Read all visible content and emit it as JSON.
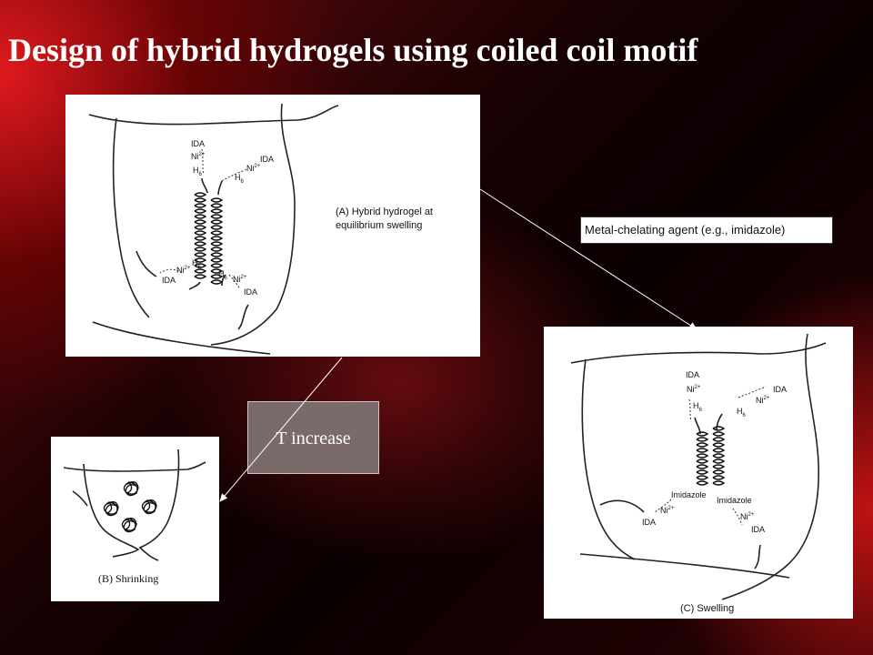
{
  "slide": {
    "title": "Design of hybrid hydrogels using coiled coil motif"
  },
  "panel_a": {
    "caption_line1": "(A) Hybrid hydrogel at",
    "caption_line2": "equilibrium swelling",
    "labels": {
      "ida_top_left": "IDA",
      "ni_top_left": "Ni",
      "h6_top_left": "H",
      "ida_top_right": "IDA",
      "ni_top_right": "Ni",
      "h6_top_right": "H",
      "ni_bottom_left": "Ni",
      "h6_bottom_left": "H",
      "ida_bottom_left": "IDA",
      "h6_bottom_right": "H",
      "ni_bottom_right": "Ni",
      "ida_bottom_right": "IDA",
      "ni_charge": "2+",
      "h_sub": "6"
    }
  },
  "panel_b": {
    "caption": "(B) Shrinking"
  },
  "panel_c": {
    "caption": "(C) Swelling",
    "labels": {
      "ida_top_left": "IDA",
      "ni_top_left": "Ni",
      "h6_top_left": "H",
      "ni_top_right": "Ni",
      "ida_top_right": "IDA",
      "h6_top_right": "H",
      "imidazole_left": "Imidazole",
      "imidazole_right": "Imidazole",
      "ni_bottom_left": "Ni",
      "ida_bottom_left": "IDA",
      "ni_bottom_right": "Ni",
      "ida_bottom_right": "IDA",
      "ni_charge": "2+",
      "h_sub": "6"
    }
  },
  "chelator_label": "Metal-chelating agent (e.g., imidazole)",
  "t_increase_label": "T increase",
  "colors": {
    "background": "#0a0001",
    "accent_red": "#e0191f",
    "arrow": "#ffffff",
    "t_box": "#7a6a6a"
  }
}
